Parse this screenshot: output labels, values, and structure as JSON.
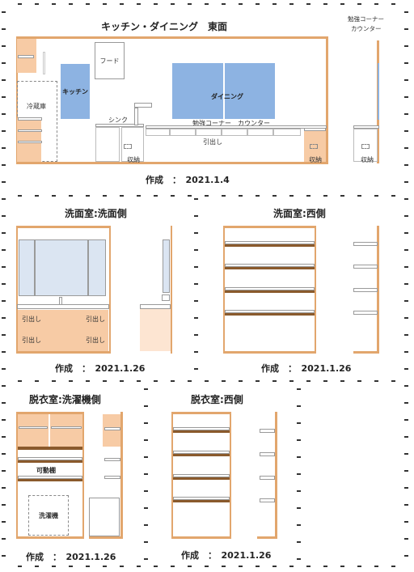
{
  "kitchen": {
    "title": "キッチン・ダイニング　東面",
    "side_title_line1": "勉強コーナー",
    "side_title_line2": "カウンター",
    "hood": "フード",
    "fridge": "冷蔵庫",
    "kitchen": "キッチン",
    "dining": "ダイニング",
    "sink": "シンク",
    "counter": "勉強コーナー　カウンター",
    "drawer": "引出し",
    "storage_left": "収納",
    "storage_right": "収納",
    "storage_side": "収納",
    "date": "作成　：　2021.1.4"
  },
  "washroom_face": {
    "title": "洗面室:洗面側",
    "drawer_tl": "引出し",
    "drawer_bl": "引出し",
    "drawer_tr": "引出し",
    "drawer_br": "引出し",
    "date": "作成　：　2021.1.26"
  },
  "washroom_west": {
    "title": "洗面室:西側",
    "date": "作成　：　2021.1.26"
  },
  "dressing_washer": {
    "title": "脱衣室:洗濯機側",
    "movable_shelf": "可動棚",
    "washer": "洗濯機",
    "date": "作成　：　2021.1.26"
  },
  "dressing_west": {
    "title": "脱衣室:西側",
    "date": "作成　：　2021.1.26"
  },
  "colors": {
    "wall": "#e2a66d",
    "cabinet": "#f7cba5",
    "light_cabinet": "#fde5d2",
    "window": "#8db3e2",
    "mirror": "#dbe5f2",
    "shelf_wood": "#8a5a2c"
  }
}
